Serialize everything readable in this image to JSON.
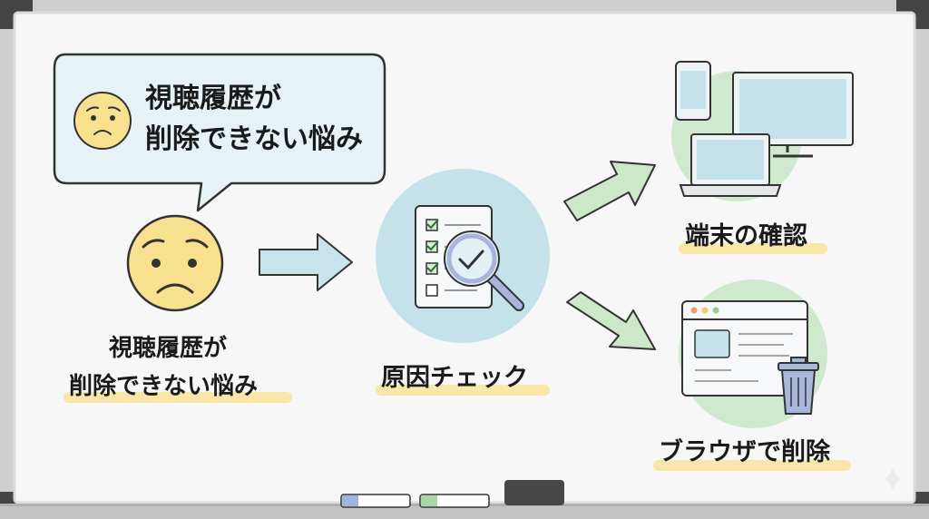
{
  "bubble": {
    "line1": "視聴履歴が",
    "line2": "削除できない悩み"
  },
  "problem": {
    "line1": "視聴履歴が",
    "line2": "削除できない悩み"
  },
  "center": {
    "label": "原因チェック"
  },
  "steps": [
    {
      "label": "端末の確認"
    },
    {
      "label": "ブラウザで削除"
    }
  ],
  "colors": {
    "yellow": "#f7e08e",
    "blue": "#c5e2ea",
    "green": "#cfe9cf",
    "highlight": "#fae39a"
  }
}
